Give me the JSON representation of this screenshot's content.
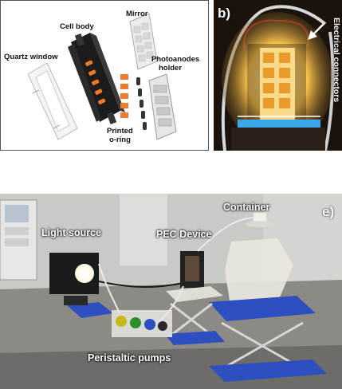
{
  "panel_a": {
    "labels": {
      "cell_body": "Cell body",
      "mirror": "Mirror",
      "quartz_window": "Quartz window",
      "photoanodes_holder_line1": "Photoanodes",
      "photoanodes_holder_line2": "holder",
      "printed_oring_line1": "Printed",
      "printed_oring_line2": "o-ring"
    }
  },
  "panel_b": {
    "letter": "b)",
    "vertical_label": "Electrical connectors"
  },
  "panel_e": {
    "letter": "e)",
    "labels": {
      "container": "Container",
      "light_source": "Light source",
      "pec_device": "PEC Device",
      "peristaltic_pumps": "Peristaltic pumps"
    }
  },
  "colors": {
    "oring_orange": "#f07a2a",
    "cell_black": "#1c1c1c",
    "stand_blue": "#2d4fc0",
    "glow_yellow": "#f7c04a"
  }
}
